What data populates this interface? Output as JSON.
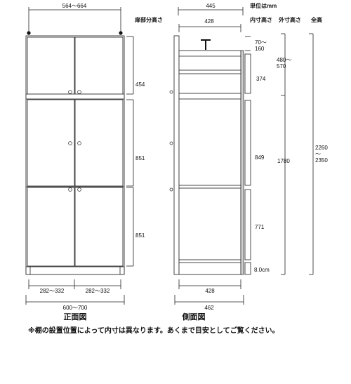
{
  "unit": "単位はmm",
  "captions": {
    "front": "正面図",
    "side": "側面図"
  },
  "note": "※棚の設置位置によって内寸は異なります。あくまで目安としてご覧ください。",
  "front": {
    "top_width": "564〜664",
    "door_section_header": "扉部分高さ",
    "door_heights": [
      "454",
      "851",
      "851"
    ],
    "bottom_door_widths": [
      "282〜332",
      "282〜332"
    ],
    "overall_width": "600〜700"
  },
  "side": {
    "outer_depth_top": "445",
    "inner_depth_top": "428",
    "headers": {
      "inner": "内寸高さ",
      "outer": "外寸高さ",
      "total": "全高"
    },
    "inner_heights": [
      "70〜\n160",
      "374",
      "849",
      "771",
      "8.0cm"
    ],
    "outer_heights": [
      "480〜\n570",
      "1780"
    ],
    "total_height": "2260\n〜\n2350",
    "bottom_inner_depth": "428",
    "bottom_outer_depth": "462"
  }
}
